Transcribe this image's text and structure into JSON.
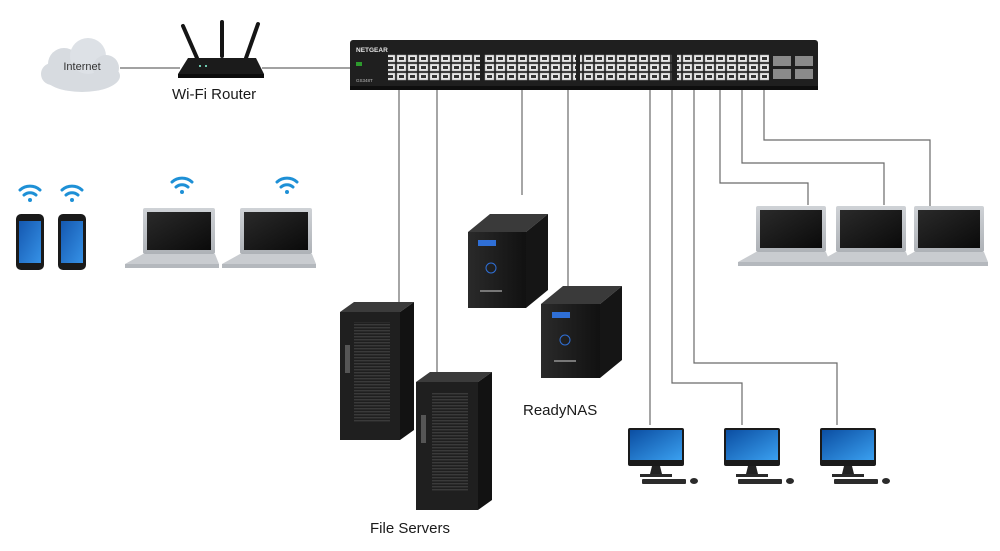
{
  "labels": {
    "internet": "Internet",
    "router": "Wi-Fi Router",
    "nas": "ReadyNAS",
    "servers": "File Servers"
  },
  "switch": {
    "brand": "NETGEAR",
    "model": "GS348T"
  },
  "colors": {
    "cable": "#666666",
    "wifi": "#1e90d6",
    "device_dark": "#1c1c1c",
    "nas_display": "#2f6fd6",
    "screen_blue": "#1a73c9",
    "cloud": "#d9dde2"
  }
}
